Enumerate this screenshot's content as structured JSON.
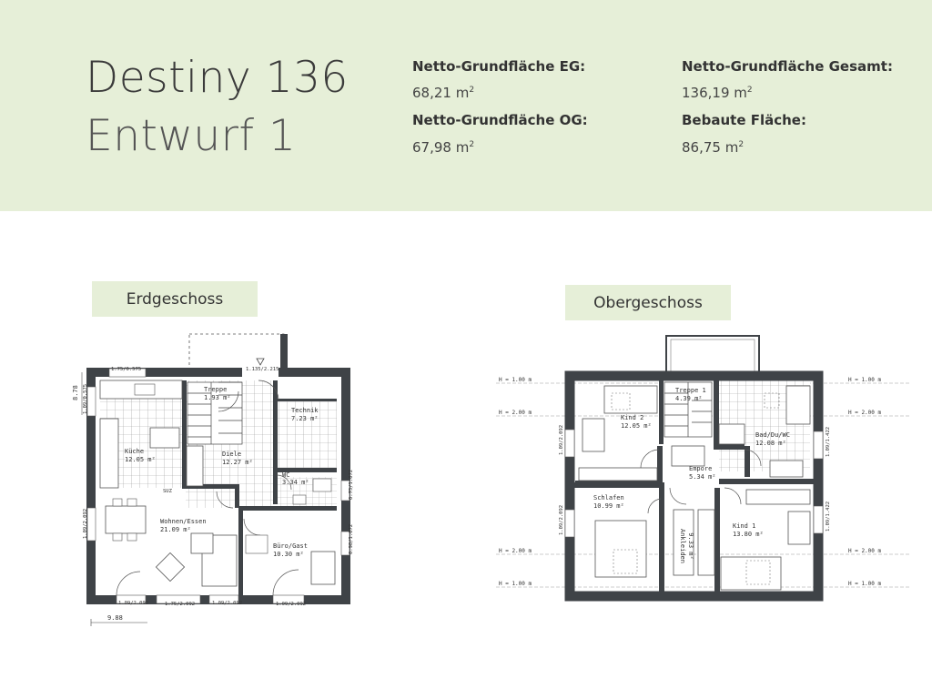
{
  "header": {
    "title_line1": "Destiny 136",
    "title_line2": "Entwurf 1",
    "stats": [
      {
        "label": "Netto-Grundfläche EG:",
        "value": "68,21 m",
        "unit_sup": "2"
      },
      {
        "label": "Netto-Grundfläche OG:",
        "value": "67,98 m",
        "unit_sup": "2"
      },
      {
        "label": "Netto-Grundfläche Gesamt:",
        "value": "136,19 m",
        "unit_sup": "2"
      },
      {
        "label": "Bebaute Fläche:",
        "value": "86,75 m",
        "unit_sup": "2"
      }
    ]
  },
  "floors": {
    "eg": {
      "label": "Erdgeschoss",
      "rooms": [
        {
          "name": "Treppe",
          "area": "1.93 m²"
        },
        {
          "name": "Technik",
          "area": "7.23 m²"
        },
        {
          "name": "Küche",
          "area": "12.05 m²"
        },
        {
          "name": "Diele",
          "area": "12.27 m²"
        },
        {
          "name": "WC",
          "area": "3.34 m²"
        },
        {
          "name": "Wohnen/Essen",
          "area": "21.09 m²"
        },
        {
          "name": "Büro/Gast",
          "area": "10.30 m²"
        }
      ],
      "dims": {
        "top_window": "1.75/0.575",
        "top_door": "1.135/2.215",
        "left_small": "8.78",
        "left_window_top": "1.09/0.575",
        "left_window_bottom": "1.09/2.092",
        "right_window_top": "0.73/1.072",
        "right_window_bottom": "0.98/1.072",
        "bottom_1": "1.09/2.092",
        "bottom_2": "1.75/2.092",
        "bottom_3": "1.09/2.092",
        "bottom_4": "1.09/2.092",
        "width": "9.88",
        "suz": "SUZ"
      }
    },
    "og": {
      "label": "Obergeschoss",
      "rooms": [
        {
          "name": "Kind 2",
          "area": "12.05 m²"
        },
        {
          "name": "Treppe 1",
          "area": "4.39 m²"
        },
        {
          "name": "Bad/Du/WC",
          "area": "12.08 m²"
        },
        {
          "name": "Empore",
          "area": "5.34 m²"
        },
        {
          "name": "Schlafen",
          "area": "10.99 m²"
        },
        {
          "name": "Ankleiden",
          "area": "9.33 m²"
        },
        {
          "name": "Kind 1",
          "area": "13.80 m²"
        }
      ],
      "heights": {
        "h1": "H = 1.00 m",
        "h2": "H = 2.00 m"
      },
      "dims": {
        "left_top": "1.09/2.092",
        "left_bottom": "1.09/2.092",
        "right_top": "1.09/1.422",
        "right_bottom": "1.09/1.422"
      }
    }
  }
}
